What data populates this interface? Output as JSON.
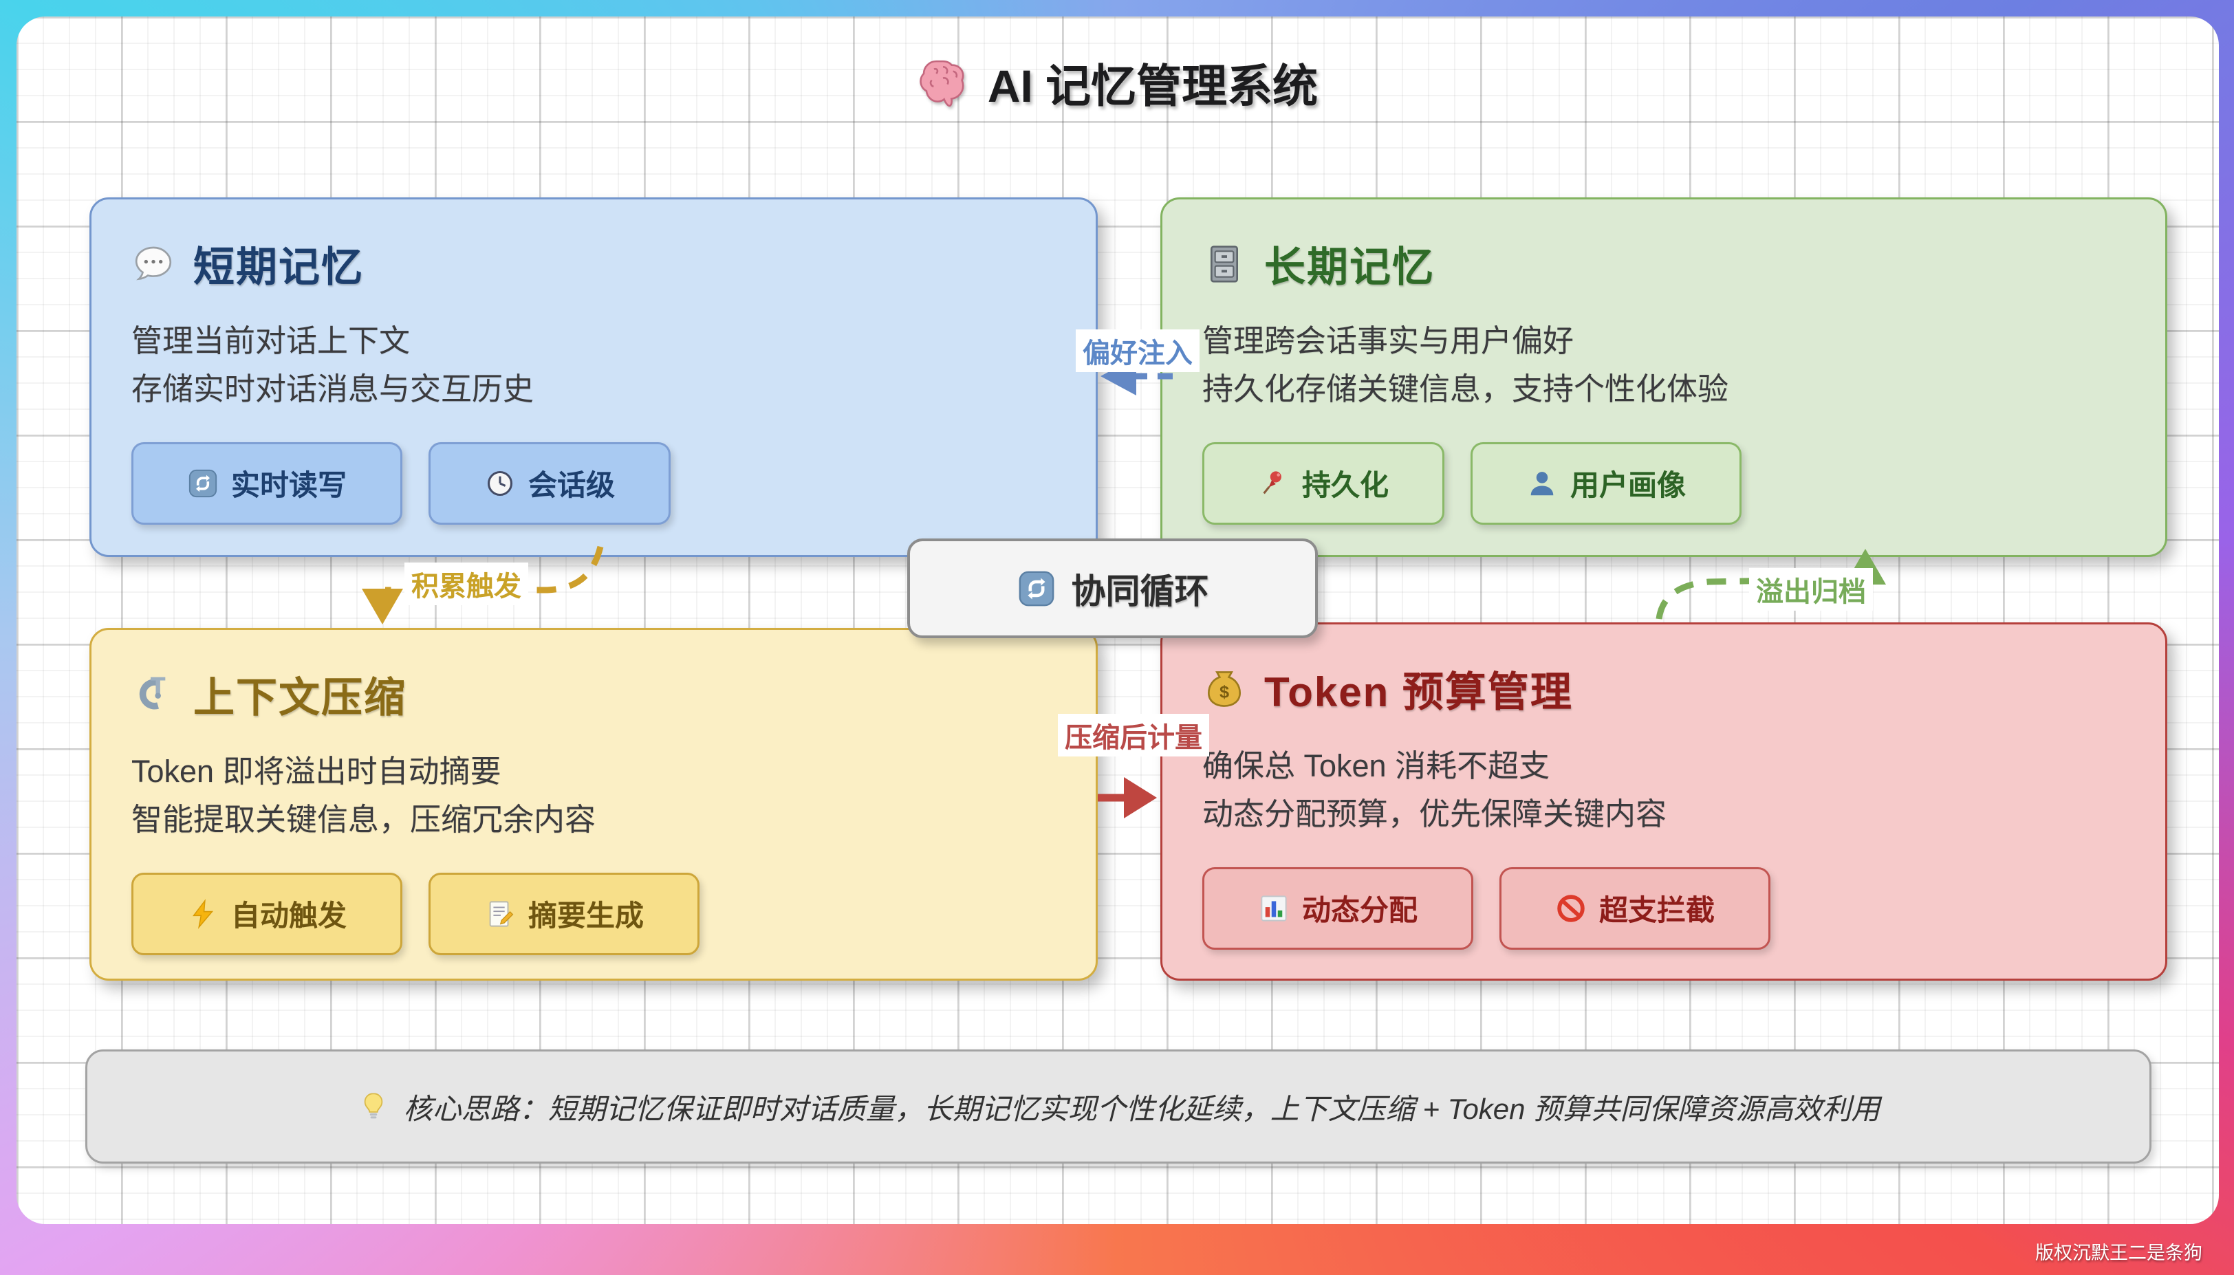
{
  "title": {
    "icon": "brain",
    "text": "AI 记忆管理系统"
  },
  "center_badge": {
    "icon": "repeat",
    "label": "协同循环"
  },
  "cards": {
    "short_term": {
      "icon": "speech-balloon",
      "title": "短期记忆",
      "desc_line1": "管理当前对话上下文",
      "desc_line2": "存储实时对话消息与交互历史",
      "tags": [
        {
          "icon": "arrows-cycle",
          "label": "实时读写"
        },
        {
          "icon": "clock",
          "label": "会话级"
        }
      ],
      "accent": "#7396cd"
    },
    "long_term": {
      "icon": "file-cabinet",
      "title": "长期记忆",
      "desc_line1": "管理跨会话事实与用户偏好",
      "desc_line2": "持久化存储关键信息，支持个性化体验",
      "tags": [
        {
          "icon": "pushpin",
          "label": "持久化"
        },
        {
          "icon": "user-silhouette",
          "label": "用户画像"
        }
      ],
      "accent": "#82b360"
    },
    "context_compression": {
      "icon": "clamp",
      "title": "上下文压缩",
      "desc_line1": "Token 即将溢出时自动摘要",
      "desc_line2": "智能提取关键信息，压缩冗余内容",
      "tags": [
        {
          "icon": "lightning",
          "label": "自动触发"
        },
        {
          "icon": "memo",
          "label": "摘要生成"
        }
      ],
      "accent": "#d3ad41"
    },
    "token_budget": {
      "icon": "money-bag",
      "title": "Token 预算管理",
      "desc_line1": "确保总 Token 消耗不超支",
      "desc_line2": "动态分配预算，优先保障关键内容",
      "tags": [
        {
          "icon": "bar-chart",
          "label": "动态分配"
        },
        {
          "icon": "prohibited",
          "label": "超支拦截"
        }
      ],
      "accent": "#b5403c"
    }
  },
  "arrows": {
    "preference_injection": {
      "label": "偏好注入",
      "direction": "left",
      "style": "dashed",
      "color": "#5b87c7"
    },
    "accumulate_trigger": {
      "label": "积累触发",
      "direction": "down",
      "style": "dashed",
      "color": "#c9a227"
    },
    "overflow_archive": {
      "label": "溢出归档",
      "direction": "up",
      "style": "dashed",
      "color": "#77ab59"
    },
    "compressed_metering": {
      "label": "压缩后计量",
      "direction": "right",
      "style": "solid",
      "color": "#b94a48"
    }
  },
  "footer_note": {
    "icon": "bulb",
    "text": "核心思路：短期记忆保证即时对话质量，长期记忆实现个性化延续，上下文压缩 + Token 预算共同保障资源高效利用"
  },
  "watermark": "版权沉默王二是条狗"
}
